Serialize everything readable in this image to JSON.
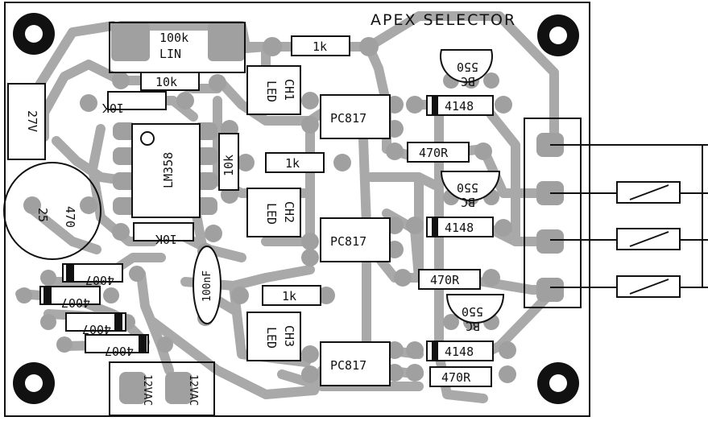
{
  "board": {
    "title": "APEX SELECTOR",
    "colors": {
      "trace": "#a9a9a9",
      "pad": "#a0a0a0",
      "outline": "#111111",
      "background": "#ffffff"
    }
  },
  "components": {
    "pot": {
      "value": "100k",
      "type": "LIN"
    },
    "ic": {
      "part": "LM358"
    },
    "cap_small": {
      "value": "100nF"
    },
    "cap_electrolytic": {
      "a": "470",
      "b": "25"
    },
    "cap_470u": {
      "a": "470",
      "b": "25"
    },
    "zener_2a": "27V",
    "r_top_1k": "1k",
    "r_10k_a": "10k",
    "r_10k_b": "10K",
    "r_10k_c": "10k",
    "r_10k_d": "10K",
    "r_1k_ch2": "1k",
    "r_1k_ch3": "1k",
    "led_ch1": {
      "a": "LED",
      "b": "CH1"
    },
    "led_ch2": {
      "a": "LED",
      "b": "CH2"
    },
    "led_ch3": {
      "a": "LED",
      "b": "CH3"
    },
    "optos": [
      "PC817",
      "PC817",
      "PC817"
    ],
    "transistor_a": {
      "a": "BC",
      "b": "550"
    },
    "transistor_b": {
      "a": "BC",
      "b": "550"
    },
    "transistor_c": {
      "a": "BC",
      "b": "550"
    },
    "diodes_4148": [
      "4148",
      "4148",
      "4148"
    ],
    "resistors_470r": [
      "470R",
      "470R",
      "470R"
    ],
    "diodes_4007": [
      "4007",
      "4007",
      "4007",
      "4007"
    ],
    "ac_in": {
      "a": "12VAC",
      "b": "12VAC"
    }
  }
}
